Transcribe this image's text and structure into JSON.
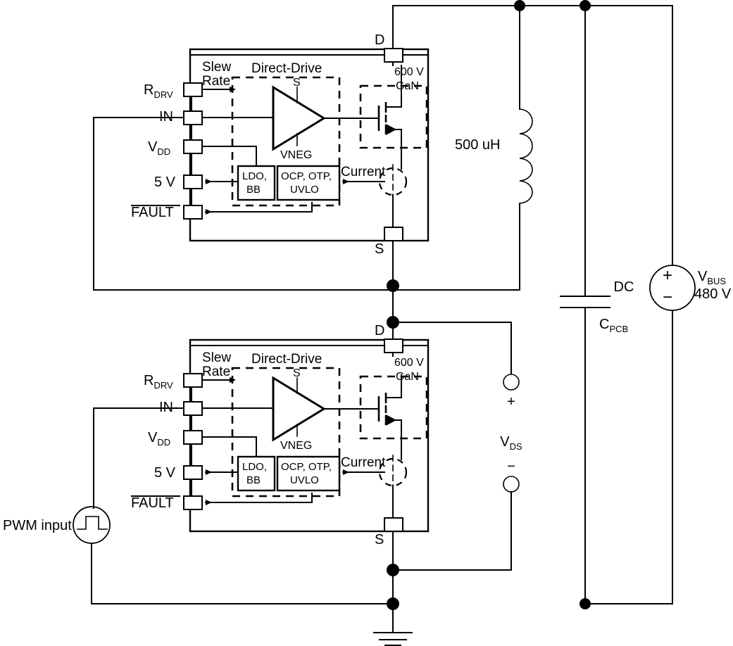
{
  "diagram": {
    "title": "GaN half-bridge direct-drive gate driver schematic",
    "stages": [
      {
        "id": "high-side",
        "pins": {
          "rdrv": "R",
          "rdrv_sub": "DRV",
          "in": "IN",
          "vdd": "V",
          "vdd_sub": "DD",
          "five_v": "5 V",
          "fault": "FAULT",
          "drain": "D",
          "source": "S"
        },
        "annotations": {
          "slew_line1": "Slew",
          "slew_line2": "Rate",
          "direct_drive": "Direct-Drive",
          "amp_top": "S",
          "amp_bottom": "VNEG",
          "gan_line1": "600 V",
          "gan_line2": "GaN",
          "current": "Current"
        },
        "blocks": [
          {
            "line1": "LDO,",
            "line2": "BB"
          },
          {
            "line1": "OCP, OTP,",
            "line2": "UVLO"
          }
        ]
      },
      {
        "id": "low-side",
        "pins": {
          "rdrv": "R",
          "rdrv_sub": "DRV",
          "in": "IN",
          "vdd": "V",
          "vdd_sub": "DD",
          "five_v": "5 V",
          "fault": "FAULT",
          "drain": "D",
          "source": "S"
        },
        "annotations": {
          "slew_line1": "Slew",
          "slew_line2": "Rate",
          "direct_drive": "Direct-Drive",
          "amp_top": "S",
          "amp_bottom": "VNEG",
          "gan_line1": "600 V",
          "gan_line2": "GaN",
          "current": "Current"
        },
        "blocks": [
          {
            "line1": "LDO,",
            "line2": "BB"
          },
          {
            "line1": "OCP, OTP,",
            "line2": "UVLO"
          }
        ]
      }
    ],
    "components": {
      "inductor": {
        "label": "500 uH"
      },
      "capacitor": {
        "label": "C",
        "sub": "PCB"
      },
      "dc_source": {
        "label": "DC",
        "plus": "+",
        "minus": "−",
        "name": "V",
        "name_sub": "BUS",
        "value": "480 V"
      },
      "pwm_source": {
        "label": "PWM input"
      },
      "vds_probe": {
        "label": "V",
        "sub": "DS",
        "plus": "+",
        "minus": "−"
      }
    },
    "colors": {
      "line": "#000000",
      "fill": "#ffffff"
    }
  }
}
